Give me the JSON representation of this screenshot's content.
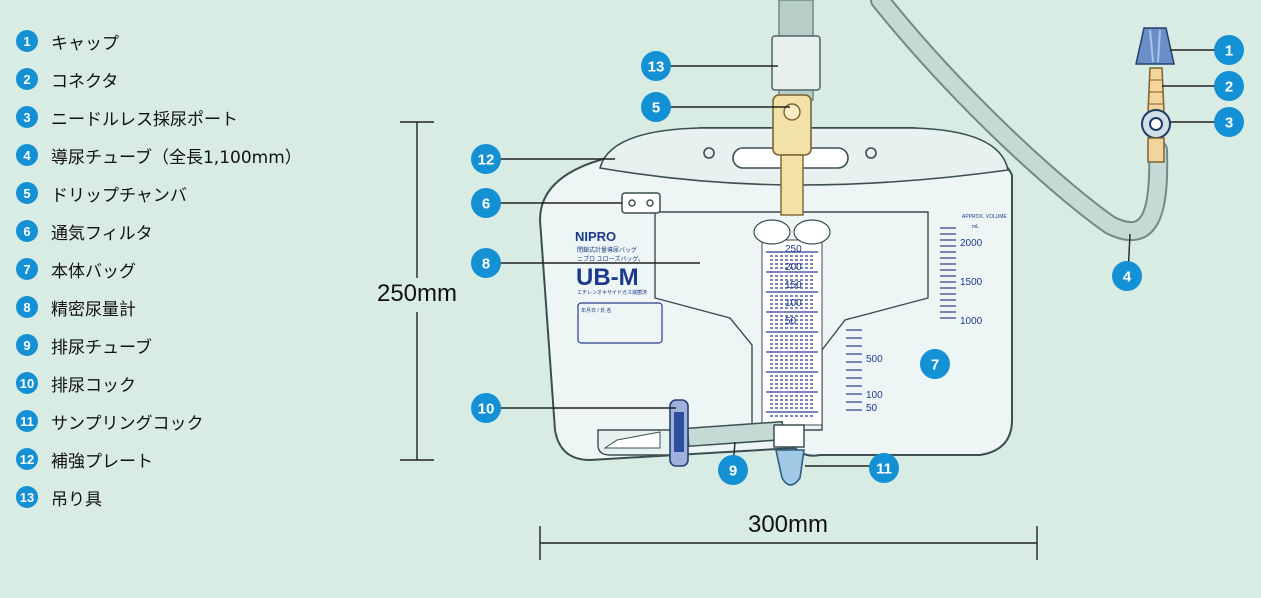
{
  "legend": [
    {
      "num": "1",
      "label": "キャップ"
    },
    {
      "num": "2",
      "label": "コネクタ"
    },
    {
      "num": "3",
      "label": "ニードルレス採尿ポート"
    },
    {
      "num": "4",
      "label": "導尿チューブ（全長1,100mm）"
    },
    {
      "num": "5",
      "label": "ドリップチャンバ"
    },
    {
      "num": "6",
      "label": "通気フィルタ"
    },
    {
      "num": "7",
      "label": "本体バッグ"
    },
    {
      "num": "8",
      "label": "精密尿量計"
    },
    {
      "num": "9",
      "label": "排尿チューブ"
    },
    {
      "num": "10",
      "label": "排尿コック"
    },
    {
      "num": "11",
      "label": "サンプリングコック"
    },
    {
      "num": "12",
      "label": "補強プレート"
    },
    {
      "num": "13",
      "label": "吊り具"
    }
  ],
  "dimensions": {
    "height": "250mm",
    "width": "300mm"
  },
  "bag": {
    "brand": "NIPRO",
    "line1": "閉鎖式計量導尿バッグ",
    "line2": "ニプロ ユローズバッグ。",
    "model": "UB-M",
    "sub": "エチレンオキサイドガス滅菌済",
    "date_box": "年月日 / 氏 名",
    "approx": "APPROX. VOLUME",
    "unit": "mL",
    "right_scale": [
      "2000",
      "1500",
      "1000"
    ],
    "mid_scale": [
      "500",
      "100",
      "50"
    ],
    "meter_labels": [
      "250",
      "200",
      "150",
      "100",
      "50"
    ]
  },
  "colors": {
    "badge": "#1391d4",
    "background": "#d8ece3"
  }
}
